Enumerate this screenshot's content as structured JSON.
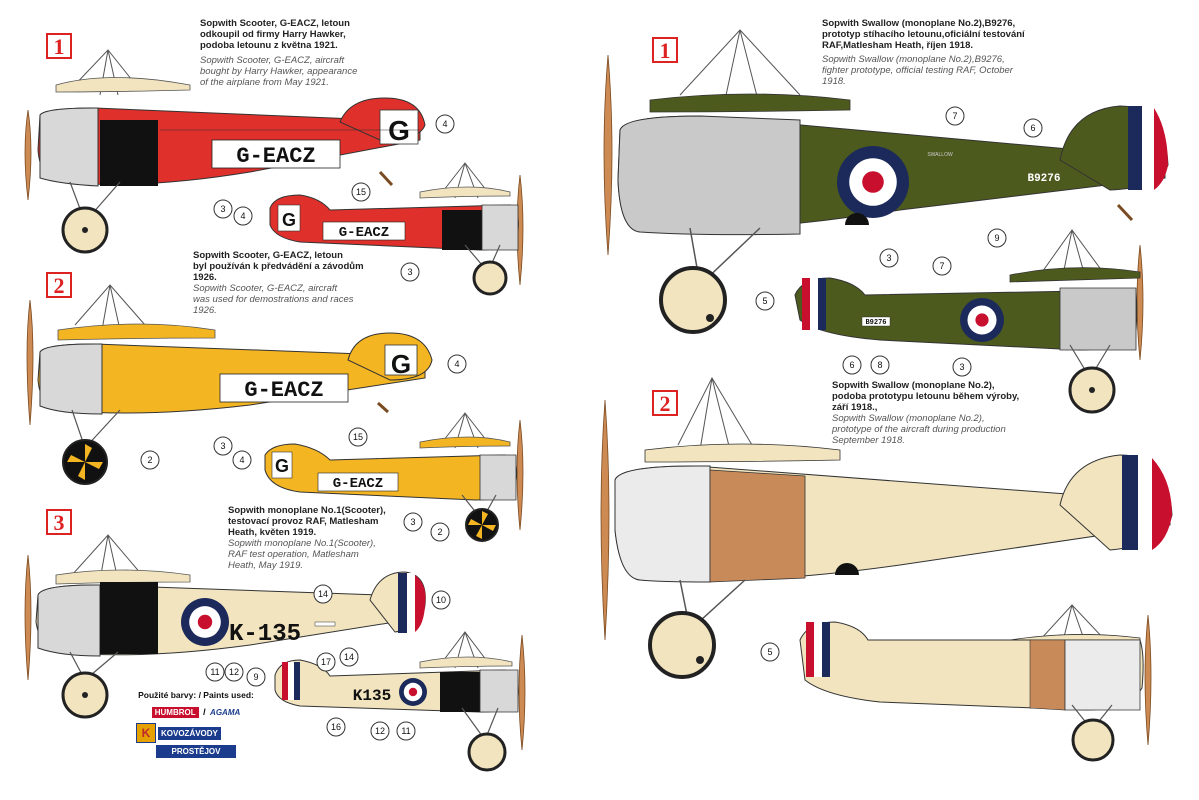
{
  "colors": {
    "red": "#e0302b",
    "yellow": "#f4b522",
    "olive": "#4d5a1e",
    "cream": "#f1e4bf",
    "brown": "#c98a5a",
    "grey": "#c9c9c9",
    "rafBlue": "#1b2a5a",
    "rafRed": "#c8102e",
    "propeller": "#cd8a52"
  },
  "schemes": {
    "left1": {
      "number": "1",
      "caption_cz": [
        "Sopwith Scooter, G-EACZ, letoun",
        "odkoupil od firmy Harry Hawker,",
        "podoba letounu z května 1921."
      ],
      "caption_en": [
        "Sopwith Scooter, G-EACZ, aircraft",
        "bought by  Harry Hawker, appearance",
        "of the airplane from May 1921."
      ],
      "registration": "G-EACZ",
      "tail_letter": "G",
      "callouts": [
        "3",
        "4",
        "15"
      ]
    },
    "left2": {
      "number": "2",
      "caption_cz": [
        "Sopwith Scooter, G-EACZ, letoun",
        "byl používán k předvádění a závodům",
        "1926."
      ],
      "caption_en": [
        "Sopwith Scooter, G-EACZ, aircraft",
        "was used for demostrations and races",
        "1926."
      ],
      "registration": "G-EACZ",
      "tail_letter": "G",
      "callouts": [
        "2",
        "3",
        "4",
        "15"
      ]
    },
    "left3": {
      "number": "3",
      "caption_cz": [
        "Sopwith monoplane No.1(Scooter),",
        "testovací provoz RAF, Matlesham",
        "Heath, květen 1919."
      ],
      "caption_en": [
        "Sopwith monoplane No.1(Scooter),",
        "RAF test operation, Matlesham",
        "Heath, May 1919."
      ],
      "serial": "K-135",
      "serial_small": "K135",
      "callouts": [
        "9",
        "10",
        "11",
        "12",
        "14",
        "16",
        "17"
      ]
    },
    "right1": {
      "number": "1",
      "caption_cz": [
        "Sopwith Swallow (monoplane No.2),B9276,",
        "prototyp stíhacího letounu,oficiální testování",
        "RAF,Matlesham Heath, říjen 1918."
      ],
      "caption_en": [
        "Sopwith Swallow (monoplane No.2),B9276,",
        "fighter prototype, official testing RAF, October",
        "1918."
      ],
      "serial": "B9276",
      "fuselage_text": "SWALLOW",
      "callouts": [
        "3",
        "5",
        "6",
        "7",
        "8",
        "9"
      ]
    },
    "right2": {
      "number": "2",
      "caption_cz": [
        "Sopwith Swallow (monoplane No.2),",
        "podoba prototypu letounu během výroby,",
        "září 1918.,"
      ],
      "caption_en": [
        "Sopwith Swallow (monoplane No.2),",
        "prototype of the aircraft during production",
        "September 1918."
      ],
      "callouts": [
        "5"
      ]
    }
  },
  "paints": {
    "label": "Použité barvy: / Paints used:",
    "brand1": "HUMBROL",
    "separator": "/",
    "brand2": "AGAMA",
    "logo_letter": "K",
    "maker1": "KOVOZÁVODY",
    "maker2": "PROSTĚJOV"
  }
}
